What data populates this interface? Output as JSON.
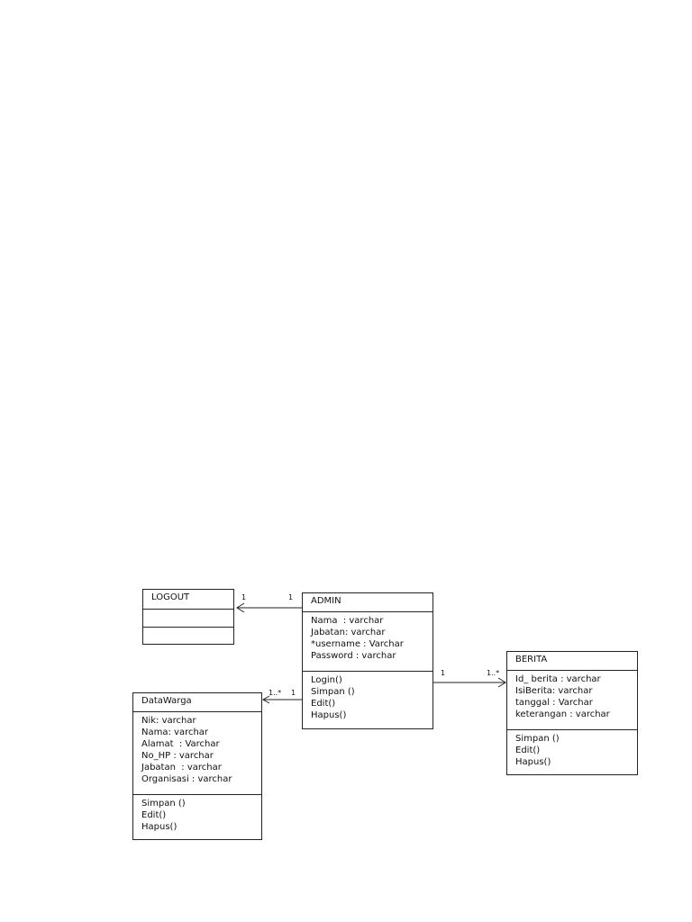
{
  "classes": {
    "logout": {
      "name": "LOGOUT"
    },
    "admin": {
      "name": "ADMIN",
      "attributes": [
        "Nama  : varchar",
        "Jabatan: varchar",
        "*username : Varchar",
        "Password : varchar"
      ],
      "operations": [
        "Login()",
        "Simpan ()",
        "Edit()",
        "Hapus()"
      ]
    },
    "berita": {
      "name": "BERITA",
      "attributes": [
        "Id_ berita : varchar",
        "IsiBerita: varchar",
        "tanggal : Varchar",
        "keterangan : varchar"
      ],
      "operations": [
        "Simpan ()",
        "Edit()",
        "Hapus()"
      ]
    },
    "datawarga": {
      "name": "DataWarga",
      "attributes": [
        "Nik: varchar",
        "Nama: varchar",
        "Alamat  : Varchar",
        "No_HP : varchar",
        "Jabatan  : varchar",
        "Organisasi : varchar"
      ],
      "operations": [
        "Simpan ()",
        "Edit()",
        "Hapus()"
      ]
    }
  },
  "associations": {
    "admin_logout": {
      "near_logout": "1",
      "near_admin": "1"
    },
    "admin_berita": {
      "near_admin": "1",
      "near_berita": "1..*"
    },
    "admin_datawarga": {
      "near_datawarga": "1..*",
      "near_admin": "1"
    }
  }
}
